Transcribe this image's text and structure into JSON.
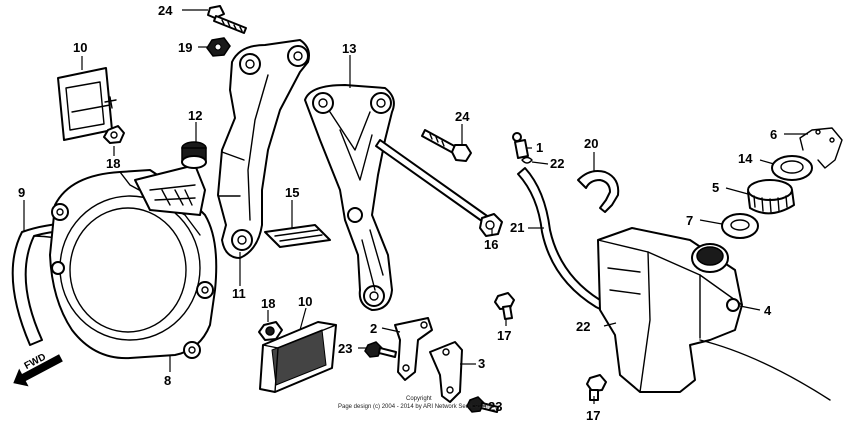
{
  "labels": {
    "p24a": "24",
    "p19": "19",
    "p10a": "10",
    "p12": "12",
    "p18a": "18",
    "p9": "9",
    "p8": "8",
    "p11": "11",
    "p13": "13",
    "p15": "15",
    "p24b": "24",
    "p16": "16",
    "p18b": "18",
    "p10b": "10",
    "p2": "2",
    "p23a": "23",
    "p3": "3",
    "p23b": "23",
    "p17a": "17",
    "p1": "1",
    "p22a": "22",
    "p20": "20",
    "p21": "21",
    "p22b": "22",
    "p17b": "17",
    "p6": "6",
    "p14": "14",
    "p5": "5",
    "p7": "7",
    "p4": "4"
  },
  "fwd_label": "FWD",
  "copyright": {
    "line1": "Copyright",
    "line2": "Page design (c) 2004 - 2014 by ARI Network Services, Inc."
  }
}
